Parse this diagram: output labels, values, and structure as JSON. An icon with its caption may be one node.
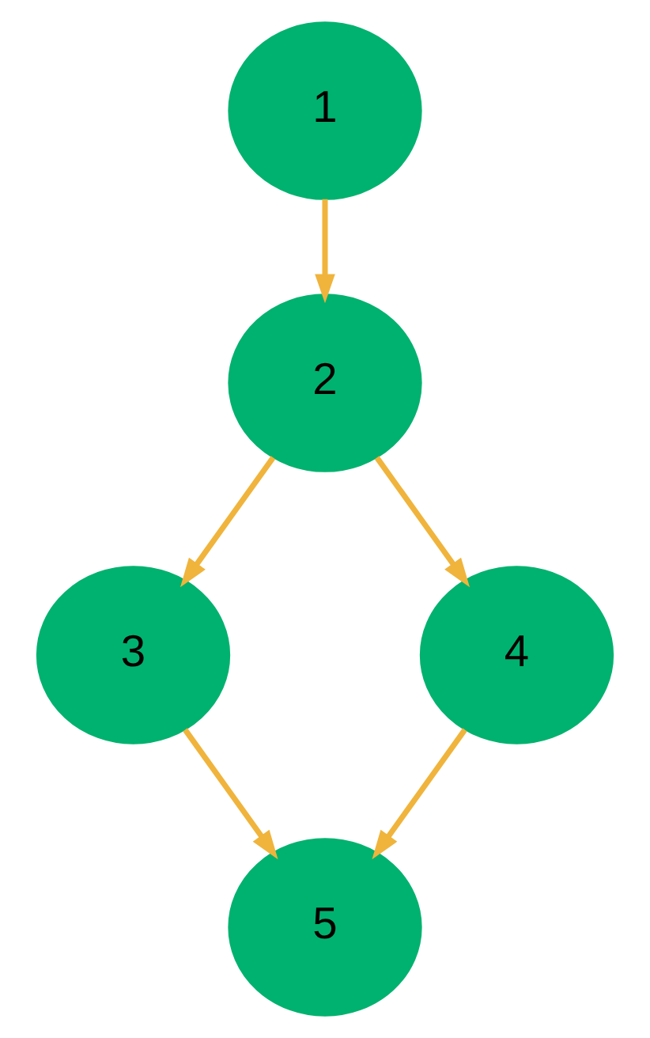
{
  "diagram": {
    "nodes": [
      {
        "text": [
          "1"
        ]
      },
      {
        "text": [
          "2"
        ]
      },
      {
        "text": [
          "3"
        ]
      },
      {
        "text": [
          "4"
        ]
      },
      {
        "text": [
          "5"
        ]
      }
    ],
    "edges": [
      {
        "from": 0,
        "to": 1,
        "arrow": "to"
      },
      {
        "from": 1,
        "to": 2,
        "arrow": "to"
      },
      {
        "from": 1,
        "to": 3,
        "arrow": "to"
      },
      {
        "from": 2,
        "to": 4,
        "arrow": "to"
      },
      {
        "from": 3,
        "to": 4,
        "arrow": "to"
      }
    ]
  }
}
